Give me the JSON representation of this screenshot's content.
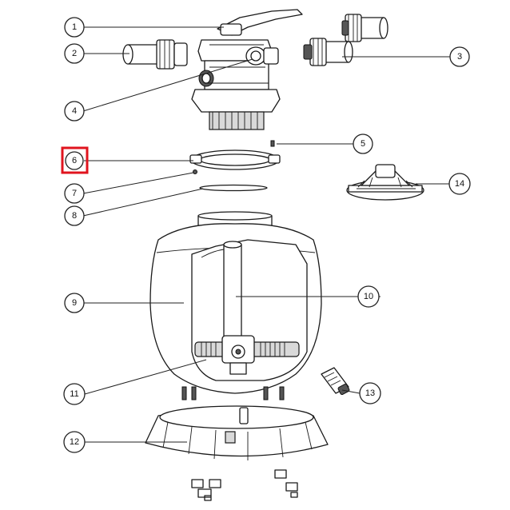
{
  "callouts": [
    {
      "id": "1",
      "label": "1"
    },
    {
      "id": "2",
      "label": "2"
    },
    {
      "id": "3",
      "label": "3"
    },
    {
      "id": "4",
      "label": "4"
    },
    {
      "id": "5",
      "label": "5"
    },
    {
      "id": "6",
      "label": "6",
      "highlighted": true
    },
    {
      "id": "7",
      "label": "7"
    },
    {
      "id": "8",
      "label": "8"
    },
    {
      "id": "9",
      "label": "9"
    },
    {
      "id": "10",
      "label": "10"
    },
    {
      "id": "11",
      "label": "11"
    },
    {
      "id": "12",
      "label": "12"
    },
    {
      "id": "13",
      "label": "13"
    },
    {
      "id": "14",
      "label": "14"
    }
  ],
  "colors": {
    "highlight": "#e0141e",
    "line": "#1a1a1a",
    "shade": "#d9d9d9"
  }
}
